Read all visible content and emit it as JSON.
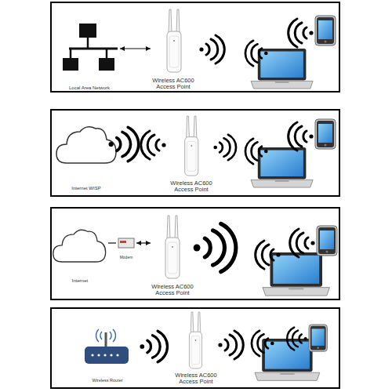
{
  "diagram": {
    "nodes": [
      {
        "text": [
          "Local Area Network"
        ]
      },
      {
        "text": [
          "Wireless AC600 Access Point"
        ]
      },
      {
        "text": [
          "Internet WISP"
        ]
      },
      {
        "text": [
          "Wireless AC600 Access Point"
        ]
      },
      {
        "text": [
          "Internet"
        ]
      },
      {
        "text": [
          "Modem"
        ]
      },
      {
        "text": [
          "Wireless AC600 Access Point"
        ]
      },
      {
        "text": [
          "Wireless Router"
        ]
      },
      {
        "text": [
          "Wireless AC600 Access Point"
        ]
      }
    ],
    "edges": [
      {
        "from": 0,
        "to": 1,
        "arrow": "both"
      },
      {
        "from": 4,
        "to": 5,
        "arrow": "none"
      },
      {
        "from": 5,
        "to": 6,
        "arrow": "both"
      }
    ]
  }
}
